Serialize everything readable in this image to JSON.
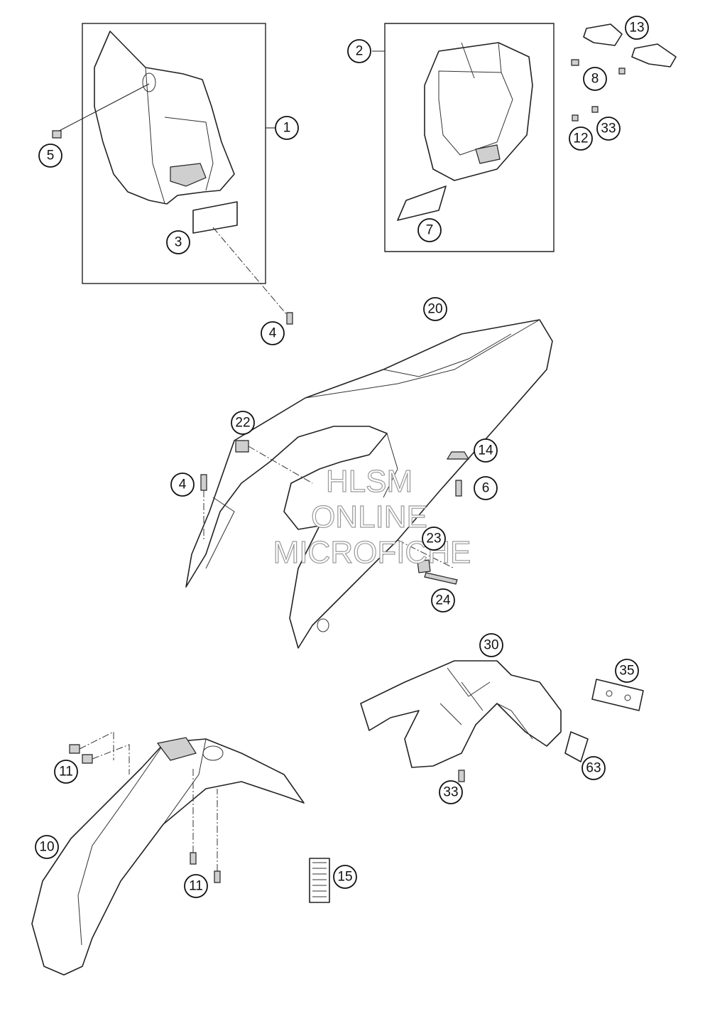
{
  "watermark": {
    "line1": "HLSM",
    "line2": "ONLINE",
    "line3": "MICROFICHE"
  },
  "callouts": {
    "c1": "1",
    "c2": "2",
    "c3": "3",
    "c4a": "4",
    "c4b": "4",
    "c5": "5",
    "c6": "6",
    "c7": "7",
    "c8": "8",
    "c10": "10",
    "c11a": "11",
    "c11b": "11",
    "c12": "12",
    "c13": "13",
    "c14": "14",
    "c15": "15",
    "c20": "20",
    "c22": "22",
    "c23": "23",
    "c24": "24",
    "c30": "30",
    "c33a": "33",
    "c33b": "33",
    "c35": "35",
    "c63": "63"
  }
}
